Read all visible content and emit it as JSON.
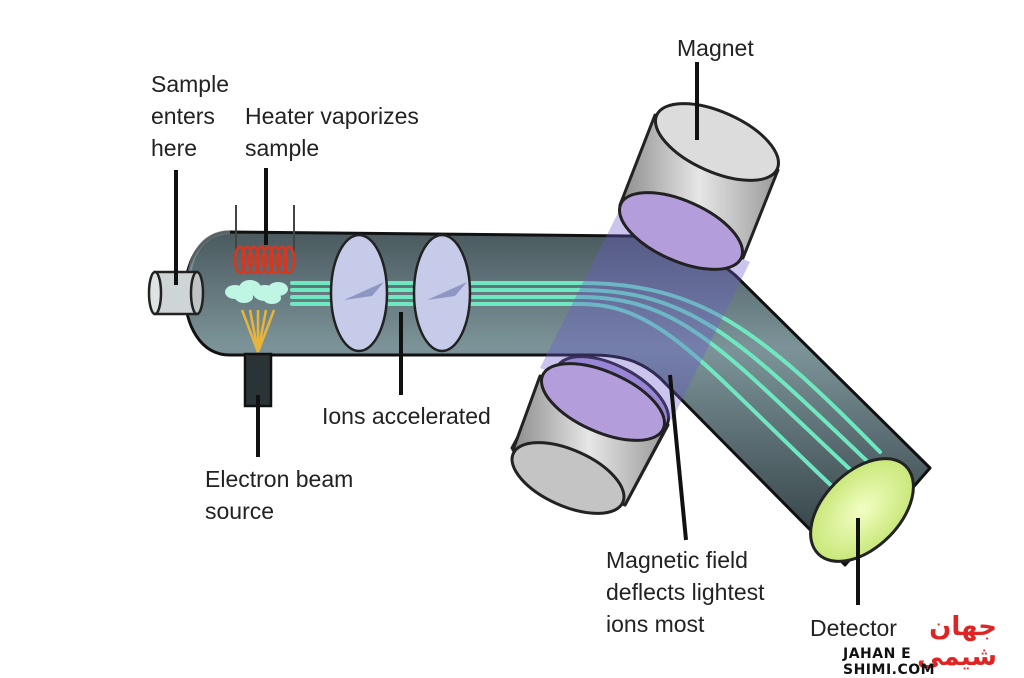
{
  "labels": {
    "magnet": "Magnet",
    "sample": [
      "Sample",
      "enters",
      "here"
    ],
    "heater": [
      "Heater vaporizes",
      "sample"
    ],
    "ions_accelerated": "Ions accelerated",
    "electron_beam": [
      "Electron beam",
      "source"
    ],
    "magnetic_field": [
      "Magnetic field",
      "deflects lightest",
      "ions most"
    ],
    "detector": "Detector"
  },
  "watermark": {
    "brand": "جهان شیمی",
    "site": "JAHAN E SHIMI.COM"
  },
  "colors": {
    "tube_dark": "#3b4a4f",
    "tube_light": "#6f8a8f",
    "ion_beam": "#6fe8c2",
    "magnet_gray": "#c9c9c9",
    "magnet_face": "#b39ddb",
    "magnetic_field": "#6a5acd",
    "plate_blue": "#c5cbe8",
    "detector_face": "#e6f7a8",
    "heater_coil": "#d9361f",
    "electron_beam": "#e8b43a",
    "sample_vapor": "#bff5e3"
  }
}
